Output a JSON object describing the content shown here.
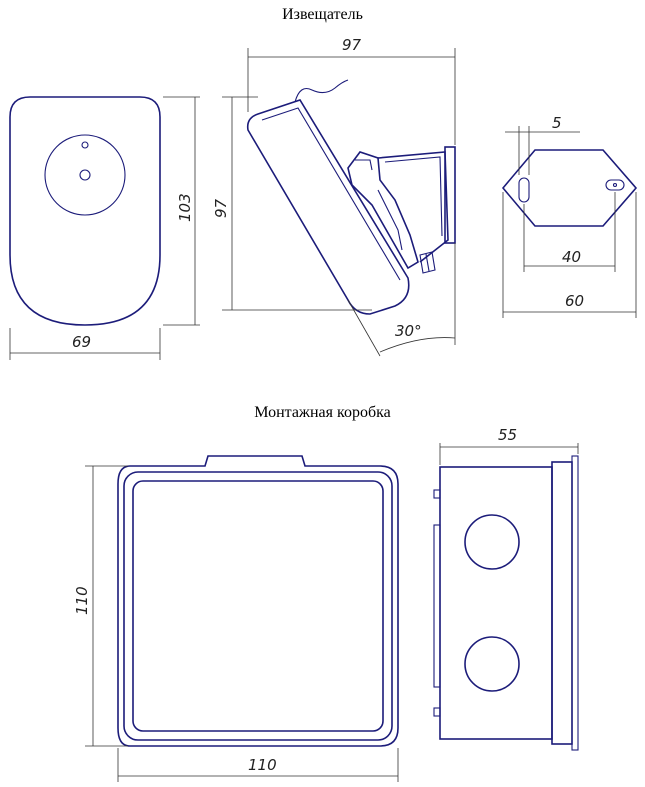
{
  "sections": {
    "detector_title": "Извещатель",
    "box_title": "Монтажная коробка"
  },
  "dimensions": {
    "front_width": "69",
    "front_height": "103",
    "side_width": "97",
    "side_height": "97",
    "side_angle": "30°",
    "bracket_slot": "5",
    "bracket_hole_spacing": "40",
    "bracket_width": "60",
    "box_depth": "55",
    "box_height": "110",
    "box_width": "110"
  },
  "colors": {
    "outline": "#1c1c7a",
    "dimension": "#333333"
  }
}
